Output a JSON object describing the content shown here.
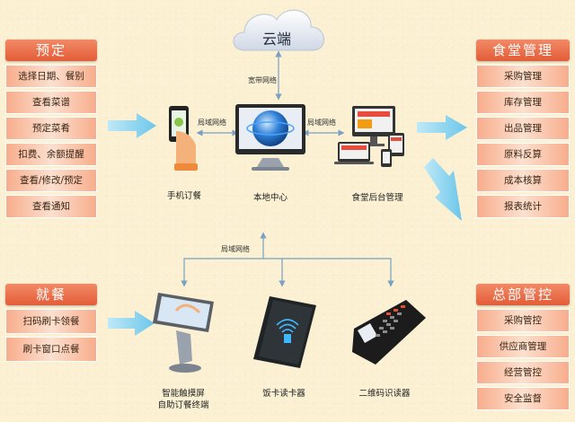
{
  "cloud": {
    "label": "云端"
  },
  "reserve": {
    "title": "预定",
    "items": [
      "选择日期、餐别",
      "查看菜谱",
      "预定菜肴",
      "扣费、余额提醒",
      "查看/修改/预定",
      "查看通知"
    ]
  },
  "dine": {
    "title": "就餐",
    "items": [
      "扫码刷卡领餐",
      "刷卡窗口点餐"
    ]
  },
  "canteen": {
    "title": "食堂管理",
    "items": [
      "采购管理",
      "库存管理",
      "出品管理",
      "原料反算",
      "成本核算",
      "报表统计"
    ]
  },
  "hq": {
    "title": "总部管控",
    "items": [
      "采购管控",
      "供应商管理",
      "经营管控",
      "安全监督"
    ]
  },
  "devices": {
    "phone": "手机订餐",
    "center": "本地中心",
    "backend": "食堂后台管理",
    "kiosk_line1": "智能触摸屏",
    "kiosk_line2": "自助订餐终端",
    "card_reader": "饭卡读卡器",
    "qr_reader": "二维码识读器"
  },
  "links": {
    "broadband": "宽带网络",
    "lan_left": "局域网络",
    "lan_right": "局域网络",
    "lan_bottom": "局域网络"
  }
}
